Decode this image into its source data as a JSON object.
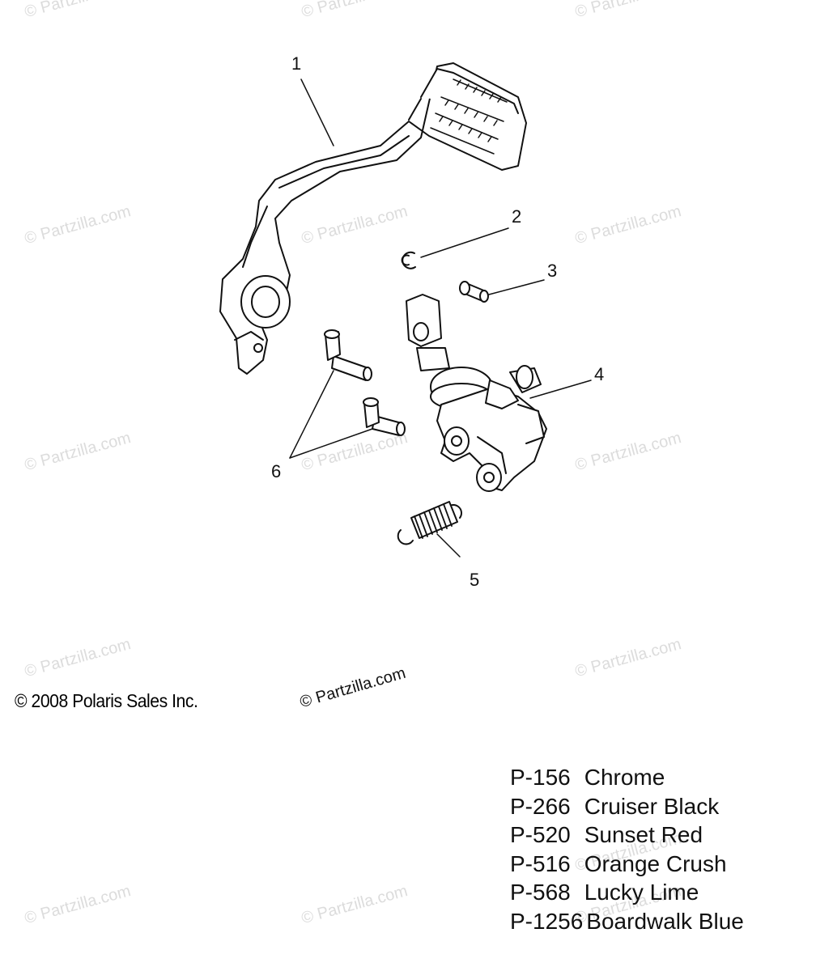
{
  "watermarks": [
    "© Partzilla.com",
    "© Partzilla.com",
    "© Partzilla.com",
    "© Partzilla.com",
    "© Partzilla.com",
    "© Partzilla.com",
    "© Partzilla.com",
    "© Partzilla.com",
    "© Partzilla.com",
    "© Partzilla.com",
    "© Partzilla.com",
    "© Partzilla.com",
    "© Partzilla.com",
    "© Partzilla.com",
    "© Partzilla.com"
  ],
  "callouts": {
    "brake_pedal": "1",
    "e_clip": "2",
    "clevis_pin": "3",
    "master_cylinder": "4",
    "return_spring": "5",
    "mounting_bolts": "6"
  },
  "copyright": "© 2008 Polaris Sales Inc.",
  "site_mark": "© Partzilla.com",
  "color_codes": [
    {
      "code": "P-156",
      "name": "Chrome"
    },
    {
      "code": "P-266",
      "name": "Cruiser Black"
    },
    {
      "code": "P-520",
      "name": "Sunset Red"
    },
    {
      "code": "P-516",
      "name": "Orange Crush"
    },
    {
      "code": "P-568",
      "name": "Lucky Lime"
    },
    {
      "code": "P-1256",
      "name": "Boardwalk Blue"
    }
  ]
}
